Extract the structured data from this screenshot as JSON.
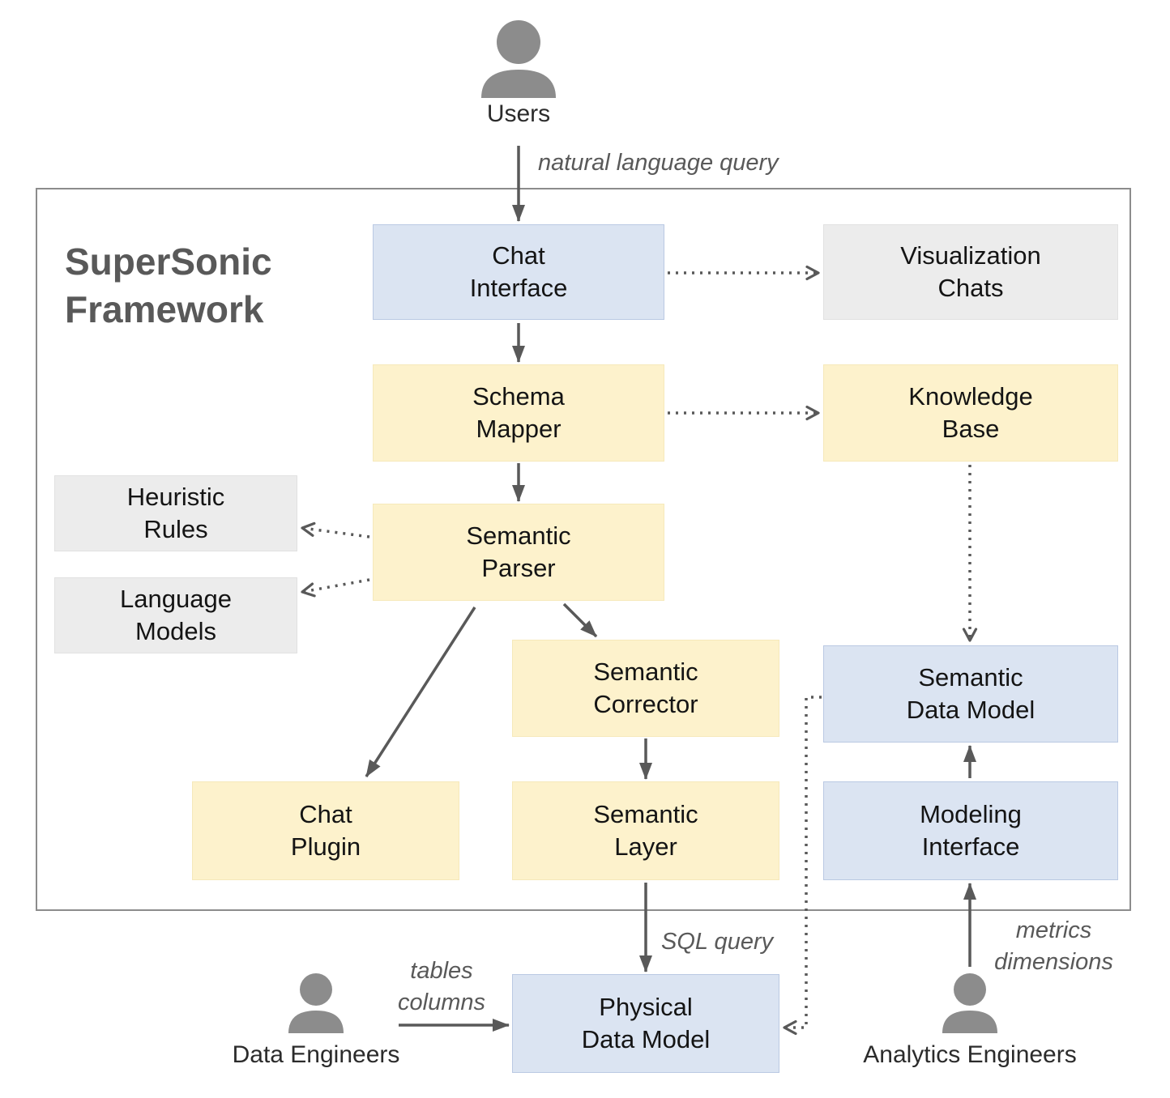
{
  "title": "SuperSonic\nFramework",
  "actors": {
    "users": {
      "label": "Users"
    },
    "data_engineers": {
      "label": "Data Engineers"
    },
    "analytics_engineers": {
      "label": "Analytics Engineers"
    }
  },
  "nodes": {
    "chat_interface": {
      "label": "Chat\nInterface",
      "type": "blue"
    },
    "visualization_chats": {
      "label": "Visualization\nChats",
      "type": "gray"
    },
    "schema_mapper": {
      "label": "Schema\nMapper",
      "type": "yellow"
    },
    "knowledge_base": {
      "label": "Knowledge\nBase",
      "type": "yellow"
    },
    "heuristic_rules": {
      "label": "Heuristic\nRules",
      "type": "gray"
    },
    "semantic_parser": {
      "label": "Semantic\nParser",
      "type": "yellow"
    },
    "language_models": {
      "label": "Language\nModels",
      "type": "gray"
    },
    "semantic_corrector": {
      "label": "Semantic\nCorrector",
      "type": "yellow"
    },
    "semantic_data_model": {
      "label": "Semantic\nData Model",
      "type": "blue"
    },
    "chat_plugin": {
      "label": "Chat\nPlugin",
      "type": "yellow"
    },
    "semantic_layer": {
      "label": "Semantic\nLayer",
      "type": "yellow"
    },
    "modeling_interface": {
      "label": "Modeling\nInterface",
      "type": "blue"
    },
    "physical_data_model": {
      "label": "Physical\nData Model",
      "type": "blue"
    }
  },
  "edge_labels": {
    "natural_language_query": "natural language query",
    "sql_query": "SQL query",
    "tables_columns": "tables\ncolumns",
    "metrics_dimensions": "metrics\ndimensions"
  },
  "colors": {
    "blue_fill": "#dbe4f2",
    "yellow_fill": "#fdf2cc",
    "gray_fill": "#ececec",
    "frame_border": "#8c8c8c",
    "arrow": "#595959",
    "person_icon": "#8c8c8c",
    "title_text": "#595959"
  }
}
